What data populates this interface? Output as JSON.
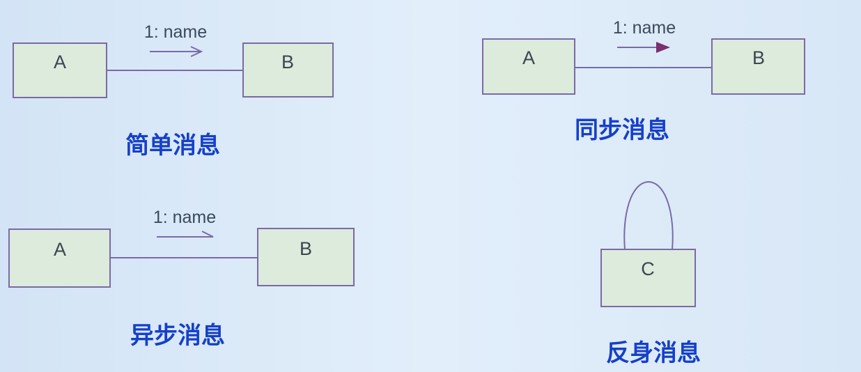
{
  "simple": {
    "from": "A",
    "to": "B",
    "message": "1: name",
    "caption": "简单消息"
  },
  "sync": {
    "from": "A",
    "to": "B",
    "message": "1: name",
    "caption": "同步消息"
  },
  "async": {
    "from": "A",
    "to": "B",
    "message": "1: name",
    "caption": "异步消息"
  },
  "reflexive": {
    "object": "C",
    "caption": "反身消息"
  },
  "colors": {
    "caption": "#1540c8",
    "line": "#7a6aa6",
    "box": "#dcebdc",
    "sync_arrow": "#7a2f6e"
  }
}
